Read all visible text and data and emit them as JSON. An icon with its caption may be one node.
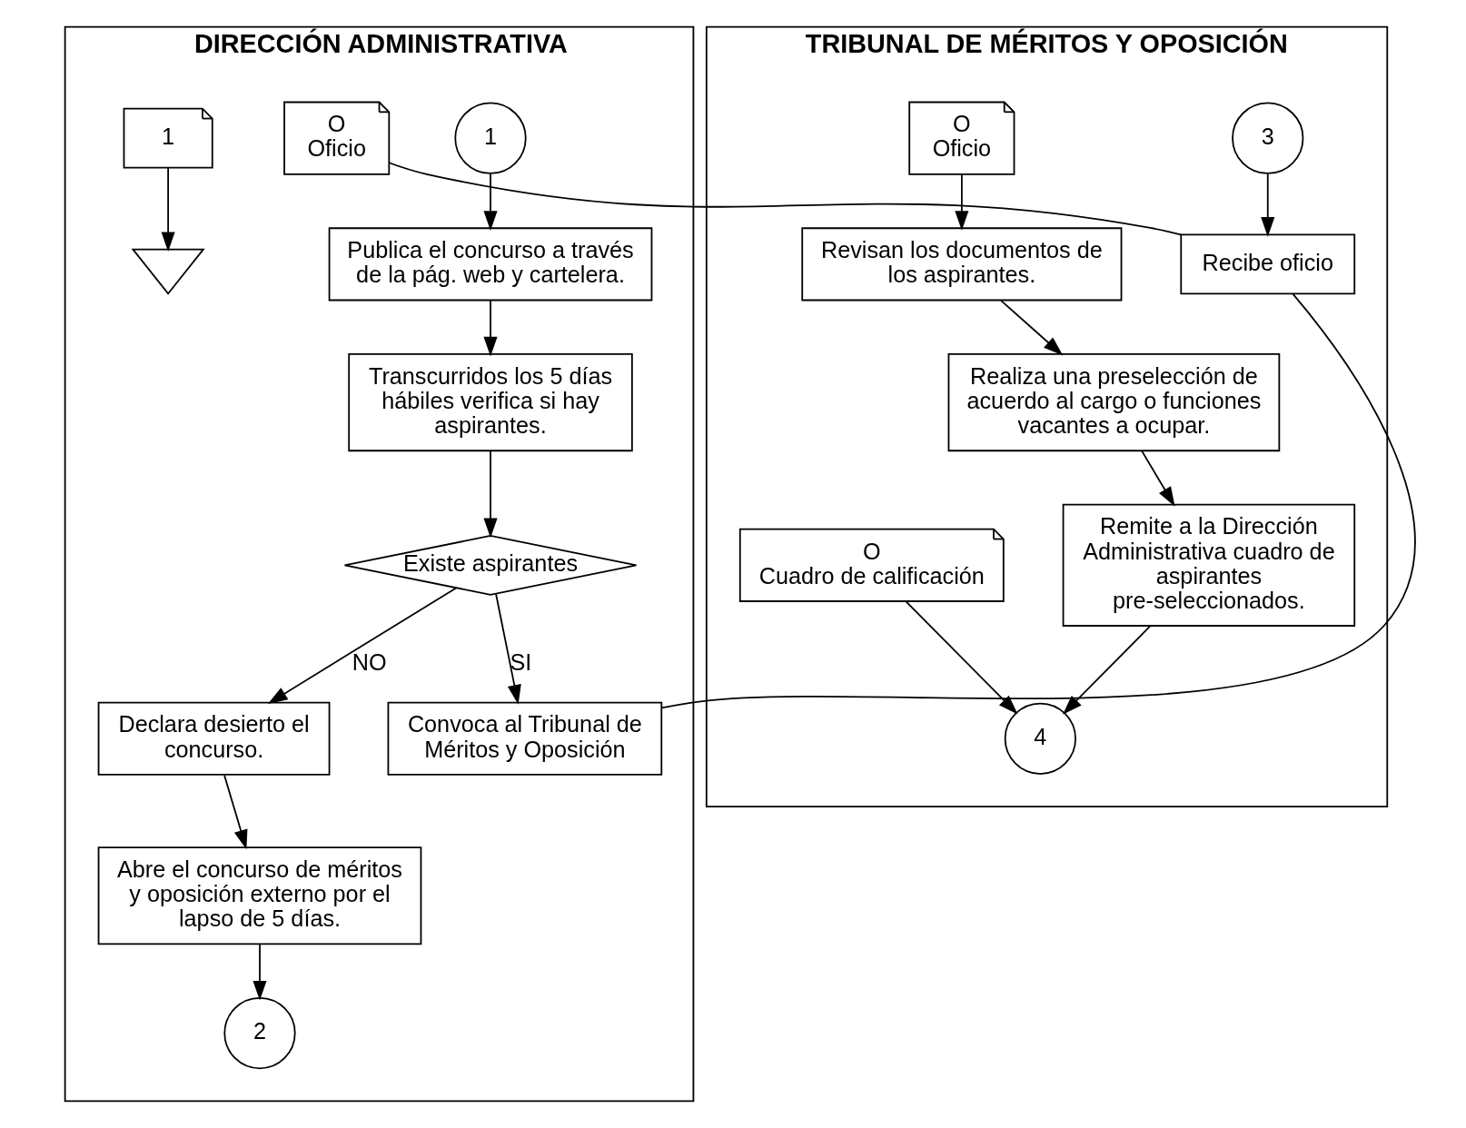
{
  "diagram": {
    "nodes": [
      {
        "text": [
          "DIRECCIÓN ADMINISTRATIVA"
        ]
      },
      {
        "text": [
          "TRIBUNAL DE MÉRITOS Y OPOSICIÓN"
        ]
      },
      {
        "text": [
          "1"
        ],
        "in": 0
      },
      {
        "text": [
          "Publica el concurso a través de la pág. web y cartelera."
        ],
        "in": 0
      },
      {
        "text": [
          "Transcurridos los 5 días hábiles verifica si hay aspirantes."
        ],
        "in": 0
      },
      {
        "text": [
          "Existe aspirantes"
        ],
        "in": 0
      },
      {
        "text": [
          "Declara desierto el concurso."
        ],
        "in": 0
      },
      {
        "text": [
          "Abre el concurso de méritos y oposición externo por el lapso de 5 días."
        ],
        "in": 0
      },
      {
        "text": [
          "2"
        ],
        "in": 0
      },
      {
        "text": [
          "Convoca al Tribunal de Méritos y Oposición"
        ],
        "in": 0
      },
      {
        "text": [
          "O",
          "Oficio"
        ],
        "in": 0
      },
      {
        "text": [
          "1"
        ],
        "in": 0
      },
      {
        "text": [],
        "shape": "triangle",
        "in": 0
      },
      {
        "text": [
          "3"
        ],
        "in": 1
      },
      {
        "text": [
          "Recibe oficio"
        ],
        "in": 1
      },
      {
        "text": [
          "O",
          "Oficio"
        ],
        "in": 1
      },
      {
        "text": [
          "Revisan los documentos de los aspirantes."
        ],
        "in": 1
      },
      {
        "text": [
          "Realiza una preselección de acuerdo al cargo o funciones vacantes a ocupar."
        ],
        "in": 1
      },
      {
        "text": [
          "Remite a la Dirección Administrativa cuadro de aspirantes pre-seleccionados."
        ],
        "in": 1
      },
      {
        "text": [
          "O",
          "Cuadro de calificación"
        ],
        "in": 1
      },
      {
        "text": [
          "4"
        ],
        "in": 1
      }
    ],
    "edges": [
      {
        "from": 2,
        "to": 3,
        "arrow": "to"
      },
      {
        "from": 3,
        "to": 4,
        "arrow": "to"
      },
      {
        "from": 4,
        "to": 5,
        "arrow": "to"
      },
      {
        "from": 5,
        "to": 6,
        "arrow": "to",
        "label": "NO"
      },
      {
        "from": 5,
        "to": 9,
        "arrow": "to",
        "label": "SI"
      },
      {
        "from": 6,
        "to": 7,
        "arrow": "to"
      },
      {
        "from": 7,
        "to": 8,
        "arrow": "to"
      },
      {
        "from": 9,
        "to": 14,
        "arrow": "none"
      },
      {
        "from": 10,
        "to": 14,
        "arrow": "none"
      },
      {
        "from": 11,
        "to": 12,
        "arrow": "to"
      },
      {
        "from": 13,
        "to": 14,
        "arrow": "to"
      },
      {
        "from": 15,
        "to": 16,
        "arrow": "to"
      },
      {
        "from": 16,
        "to": 17,
        "arrow": "to"
      },
      {
        "from": 17,
        "to": 18,
        "arrow": "to"
      },
      {
        "from": 18,
        "to": 20,
        "arrow": "to"
      },
      {
        "from": 19,
        "to": 20,
        "arrow": "to"
      }
    ]
  }
}
